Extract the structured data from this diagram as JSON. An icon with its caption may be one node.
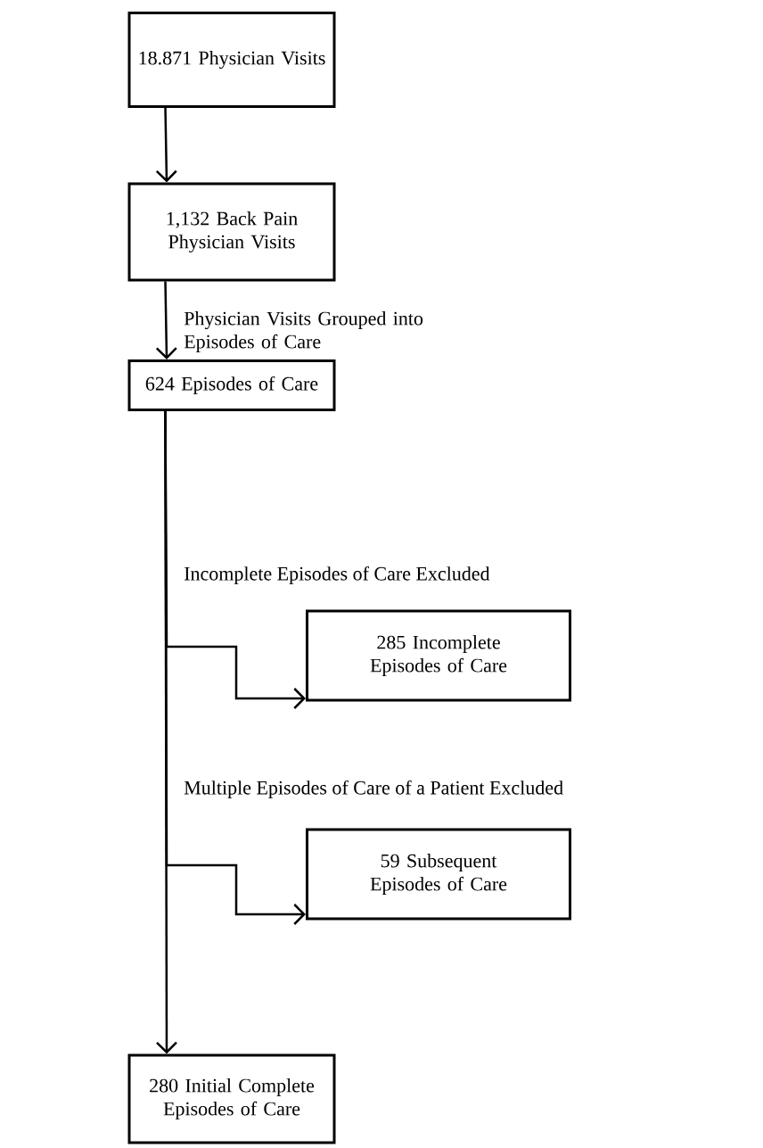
{
  "diagram": {
    "nodes": [
      {
        "text": [
          "18.871 Physician Visits"
        ]
      },
      {
        "text": [
          "1,132 Back Pain Physician Visits"
        ]
      },
      {
        "text": [
          "624 Episodes of Care"
        ]
      },
      {
        "text": [
          "285 Incomplete Episodes of Care"
        ]
      },
      {
        "text": [
          "59 Subsequent Episodes of Care"
        ]
      },
      {
        "text": [
          "280 Initial Complete Episodes of Care"
        ]
      }
    ],
    "edges": [
      {
        "from": 0,
        "to": 1,
        "arrow": "to"
      },
      {
        "from": 1,
        "to": 2,
        "arrow": "to",
        "label": "Physician Visits Grouped into Episodes of Care"
      },
      {
        "from": 2,
        "to": 3,
        "arrow": "to",
        "label": "Incomplete Episodes of Care Excluded"
      },
      {
        "from": 2,
        "to": 4,
        "arrow": "to",
        "label": "Multiple Episodes of Care of a Patient Excluded"
      },
      {
        "from": 2,
        "to": 5,
        "arrow": "to"
      }
    ]
  }
}
